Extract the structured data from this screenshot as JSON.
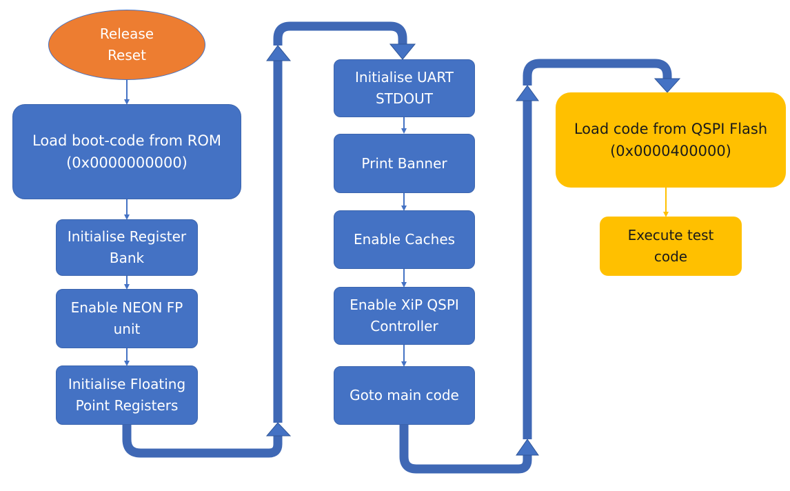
{
  "diagram": {
    "nodes": {
      "release_reset": [
        "Release",
        "Reset"
      ],
      "load_boot_code": [
        "Load boot-code from ROM",
        "(0x0000000000)"
      ],
      "init_register_bank": [
        "Initialise Register",
        "Bank"
      ],
      "enable_neon": [
        "Enable NEON FP",
        "unit"
      ],
      "init_fp_registers": [
        "Initialise Floating",
        "Point Registers"
      ],
      "init_uart": [
        "Initialise UART",
        "STDOUT"
      ],
      "print_banner": [
        "Print Banner"
      ],
      "enable_caches": [
        "Enable Caches"
      ],
      "enable_xip": [
        "Enable XiP QSPI",
        "Controller"
      ],
      "goto_main": [
        "Goto main code"
      ],
      "load_qspi": [
        "Load code from QSPI Flash",
        "(0x0000400000)"
      ],
      "execute_test": [
        "Execute test",
        "code"
      ]
    },
    "colors": {
      "process_fill": "#4472c4",
      "connector": "#4472c4",
      "start_fill": "#ed7d31",
      "end_fill": "#ffc000",
      "end_connector": "#ffc000"
    }
  }
}
